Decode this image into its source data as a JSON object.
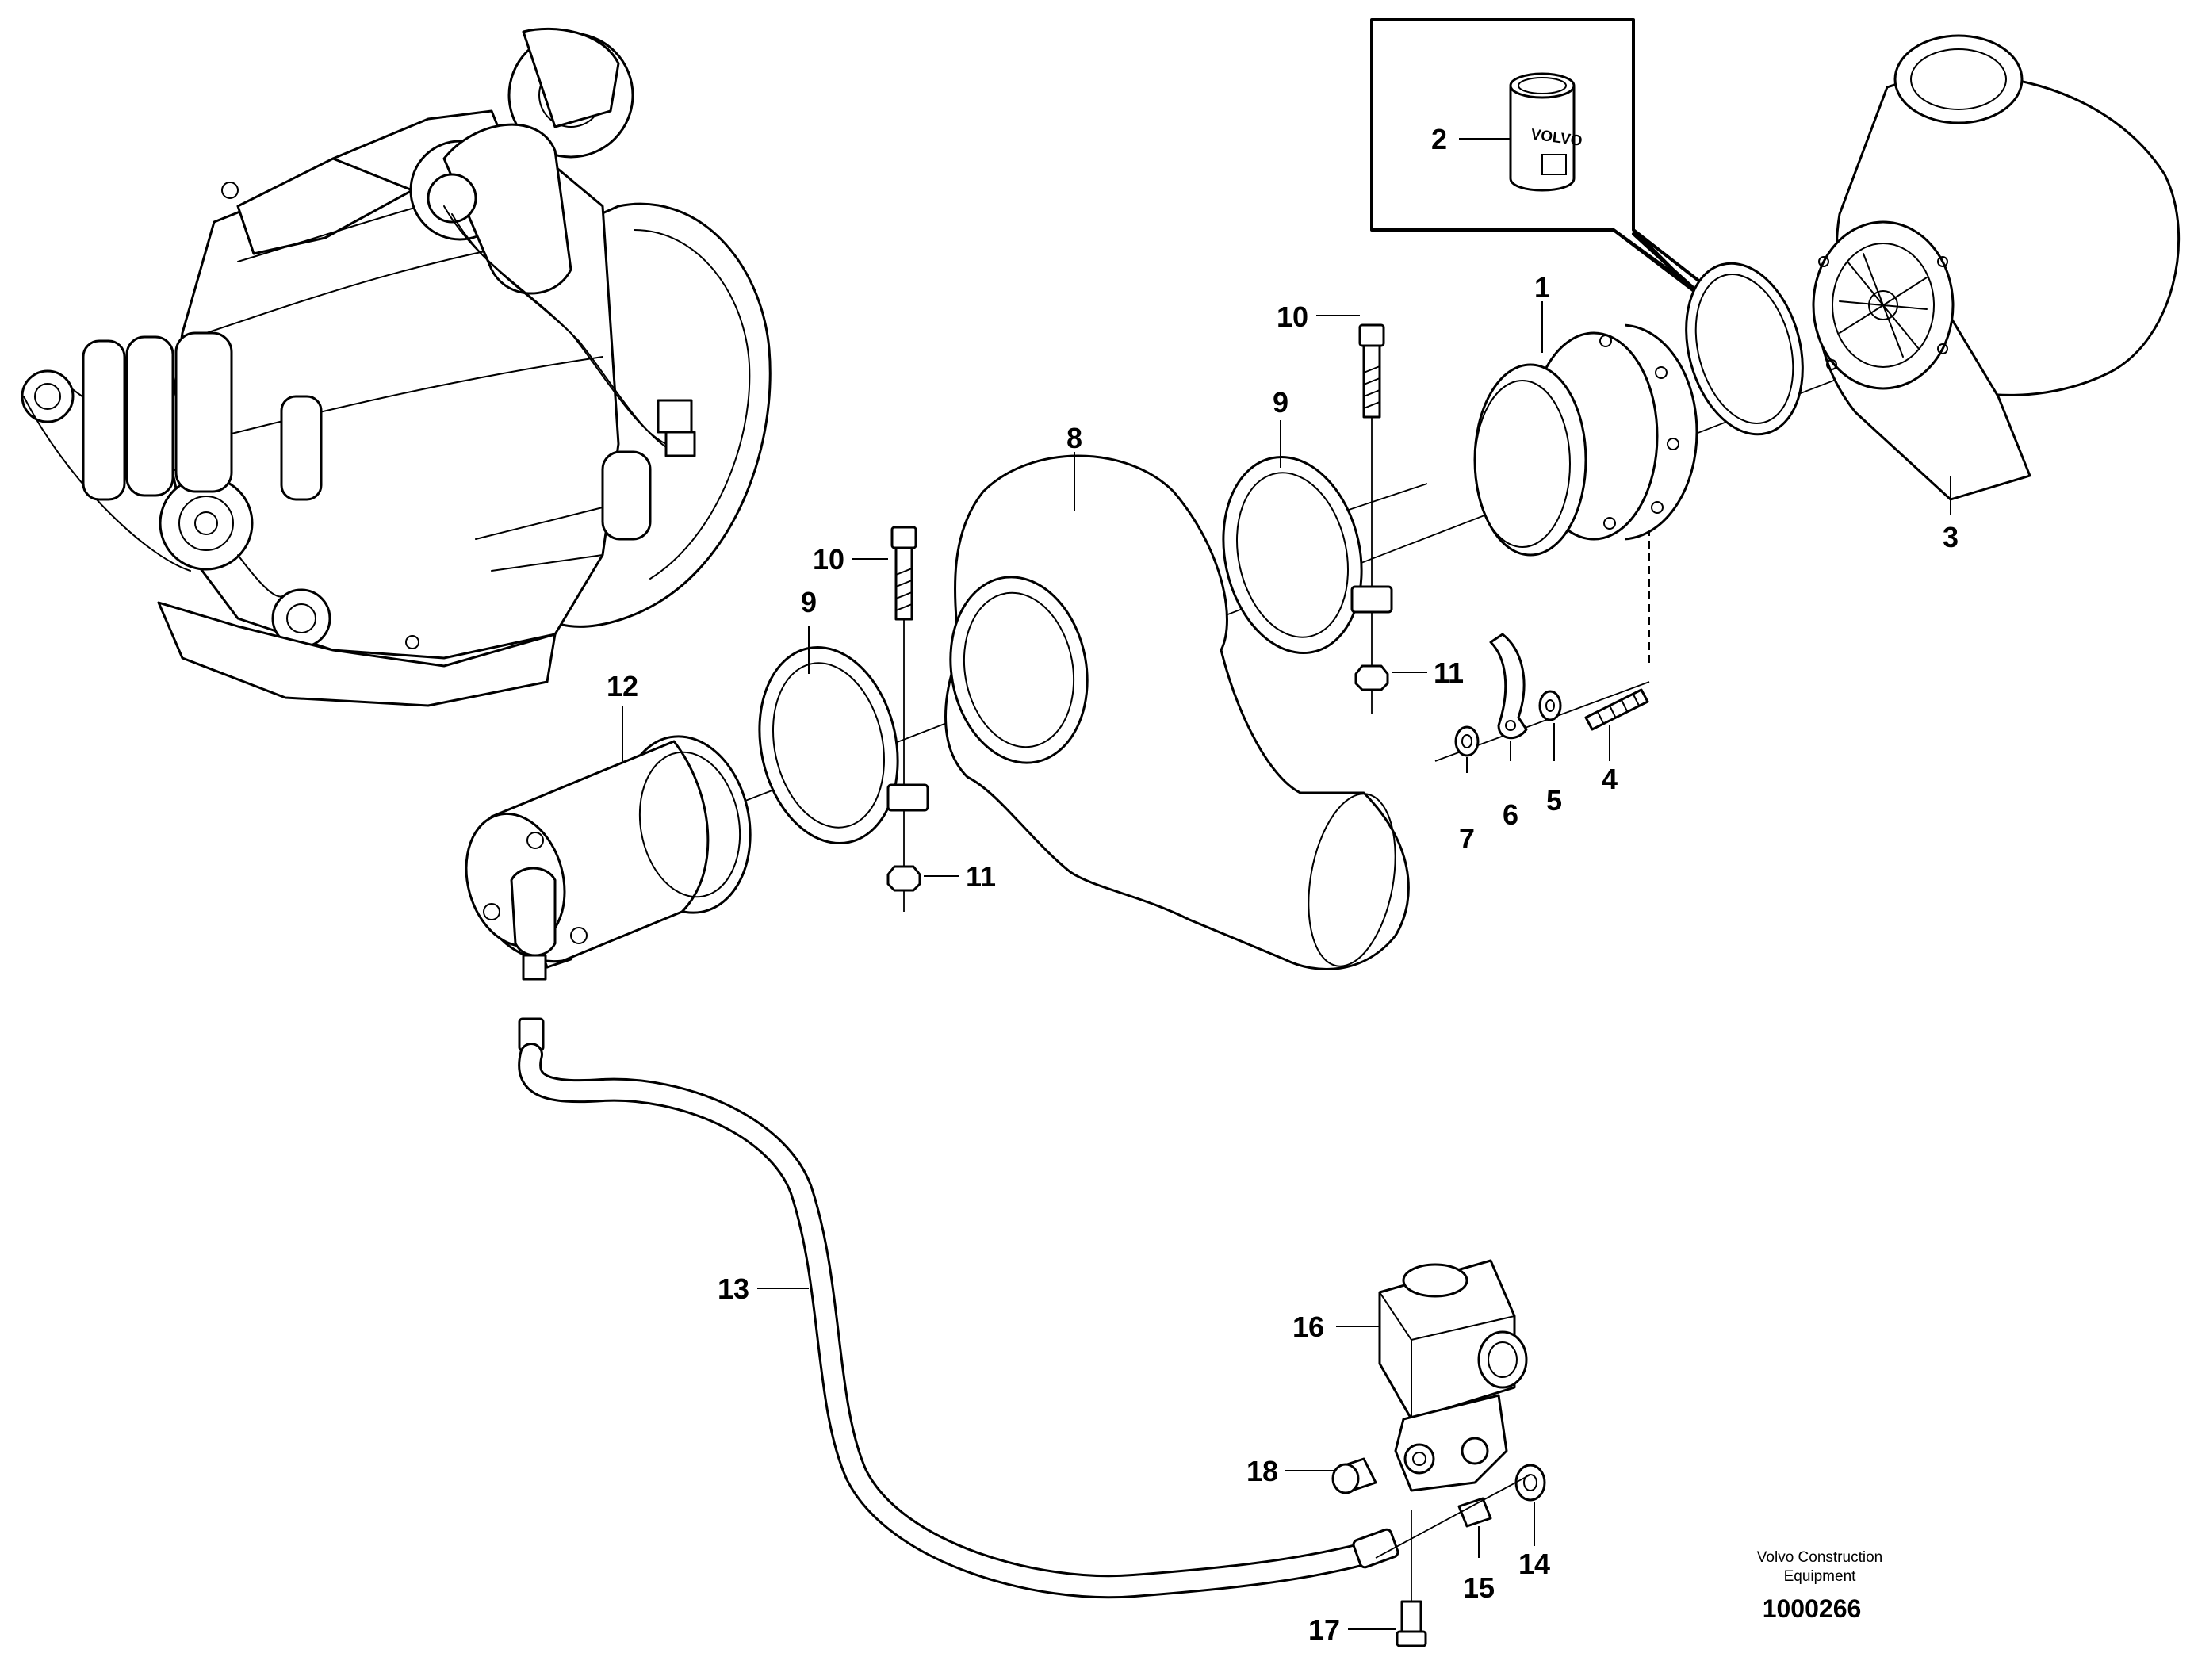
{
  "callouts": {
    "n1": "1",
    "n2": "2",
    "n3": "3",
    "n4": "4",
    "n5": "5",
    "n6": "6",
    "n7": "7",
    "n8": "8",
    "n9a": "9",
    "n9b": "9",
    "n10a": "10",
    "n10b": "10",
    "n11a": "11",
    "n11b": "11",
    "n12": "12",
    "n13": "13",
    "n14": "14",
    "n15": "15",
    "n16": "16",
    "n17": "17",
    "n18": "18"
  },
  "canister_text": "VOLVO",
  "footer": {
    "company_line1": "Volvo Construction",
    "company_line2": "Equipment",
    "doc_number": "1000266"
  }
}
